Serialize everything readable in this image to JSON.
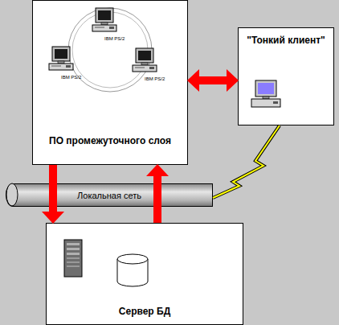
{
  "diagram": {
    "nodes": [
      {
        "text": [
          "ПО промежуточного слоя"
        ]
      },
      {
        "text": [
          "\"Тонкий клиент\""
        ]
      },
      {
        "text": [
          "Локальная сеть"
        ]
      },
      {
        "text": [
          "Сервер БД"
        ]
      }
    ],
    "edges": [
      {
        "from": 0,
        "to": 1,
        "arrow": "both"
      },
      {
        "from": 0,
        "to": 3,
        "arrow": "to"
      },
      {
        "from": 3,
        "to": 0,
        "arrow": "to"
      },
      {
        "from": 1,
        "to": 2,
        "arrow": "none"
      }
    ],
    "labels": [
      "IBM PS/2",
      "IBM PS/2",
      "IBM PS/2"
    ]
  }
}
